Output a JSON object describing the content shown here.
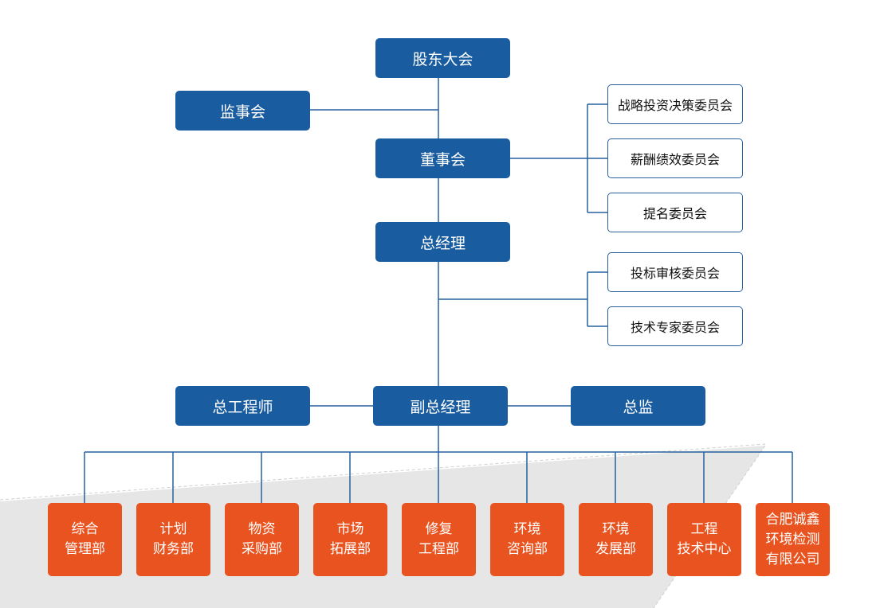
{
  "top": {
    "shareholders": "股东大会",
    "supervisors": "监事会",
    "board": "董事会",
    "general_manager": "总经理",
    "chief_engineer": "总工程师",
    "deputy_gm": "副总经理",
    "director": "总监"
  },
  "board_committees": [
    "战略投资决策委员会",
    "薪酬绩效委员会",
    "提名委员会"
  ],
  "gm_committees": [
    "投标审核委员会",
    "技术专家委员会"
  ],
  "departments": [
    [
      "综合",
      "管理部"
    ],
    [
      "计划",
      "财务部"
    ],
    [
      "物资",
      "采购部"
    ],
    [
      "市场",
      "拓展部"
    ],
    [
      "修复",
      "工程部"
    ],
    [
      "环境",
      "咨询部"
    ],
    [
      "环境",
      "发展部"
    ],
    [
      "工程",
      "技术中心"
    ],
    [
      "合肥诚鑫",
      "环境检测",
      "有限公司"
    ]
  ],
  "colors": {
    "blue": "#195c9f",
    "orange": "#e8531f",
    "line": "#2660a0",
    "bg_band": "#e5e5e6"
  }
}
